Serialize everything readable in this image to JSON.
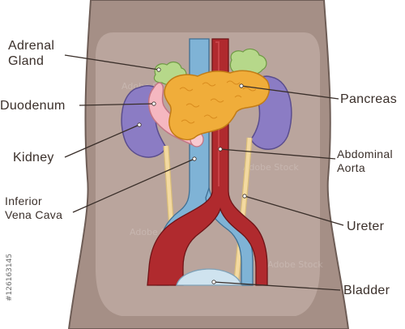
{
  "labels": {
    "adrenal_gland_line1": "Adrenal",
    "adrenal_gland_line2": "Gland",
    "duodenum": "Duodenum",
    "kidney": "Kidney",
    "inferior_vena_cava_line1": "Inferior",
    "inferior_vena_cava_line2": "Vena Cava",
    "pancreas": "Pancreas",
    "abdominal_aorta_line1": "Abdominal",
    "abdominal_aorta_line2": "Aorta",
    "ureter": "Ureter",
    "bladder": "Bladder"
  },
  "watermark": "Adobe Stock",
  "stock_id": "#126163145",
  "colors": {
    "torso": "#a58f86",
    "torso_inner": "#bda9a1",
    "artery": "#b02a2e",
    "vein": "#7fb3d6",
    "kidney": "#8b7cc4",
    "pancreas": "#f0ad3a",
    "duodenum": "#f5b7c0",
    "adrenal": "#b6d88a",
    "ureter": "#f3d9a0",
    "bladder": "#cfe3ef"
  }
}
